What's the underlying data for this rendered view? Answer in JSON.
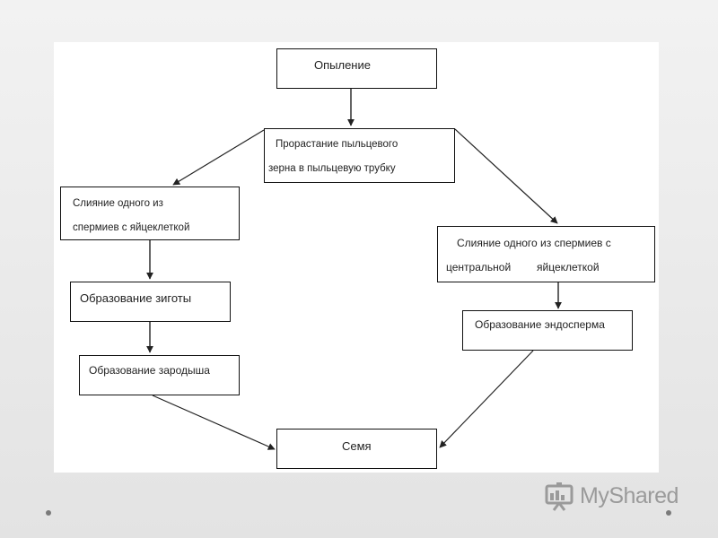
{
  "diagram": {
    "nodes": {
      "pollination": "Опыление",
      "germination": {
        "line1": "Прорастание  пыльцевого",
        "line2": "зерна в пыльцевую трубку"
      },
      "egg_fusion": {
        "line1": "Слияние одного из",
        "line2": "спермиев с яйцеклеткой"
      },
      "zygote": "Образование зиготы",
      "embryo": "Образование зародыша",
      "central_fusion": {
        "line1": "Слияние одного из спермиев с",
        "line2_left": "центральной",
        "line2_right": "яйцеклеткой"
      },
      "endosperm": "Образование эндосперма",
      "seed": "Семя"
    }
  },
  "branding": {
    "logo_text": "MyShared",
    "logo_icon": "presentation-board-icon",
    "color": "#9a9a9a"
  },
  "colors": {
    "box_border": "#111111",
    "arrow": "#222222",
    "canvas": "#ffffff"
  }
}
